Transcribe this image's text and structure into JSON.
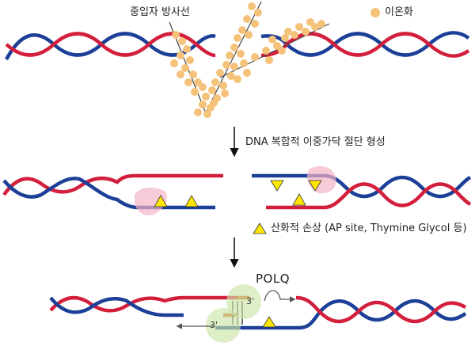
{
  "labels": {
    "radiation": "중입자 방사선",
    "ionization": "이온화",
    "step1_arrow": "DNA 복합적 이중가닥 절단 형성",
    "oxidative_damage": "산화적 손상 (AP site, Thymine Glycol 등)",
    "polq": "POLQ",
    "end_a": "3'",
    "end_b": "3'"
  },
  "colors": {
    "strand_red": "#d31f3c",
    "strand_blue": "#1c3f97",
    "ion_dot": "#f5c27a",
    "damage_triangle": "#ffe600",
    "lesion_blob": "#f4b3c6",
    "polq_circle": "#cde5a8",
    "synthesis_strand": "#d2691e"
  }
}
